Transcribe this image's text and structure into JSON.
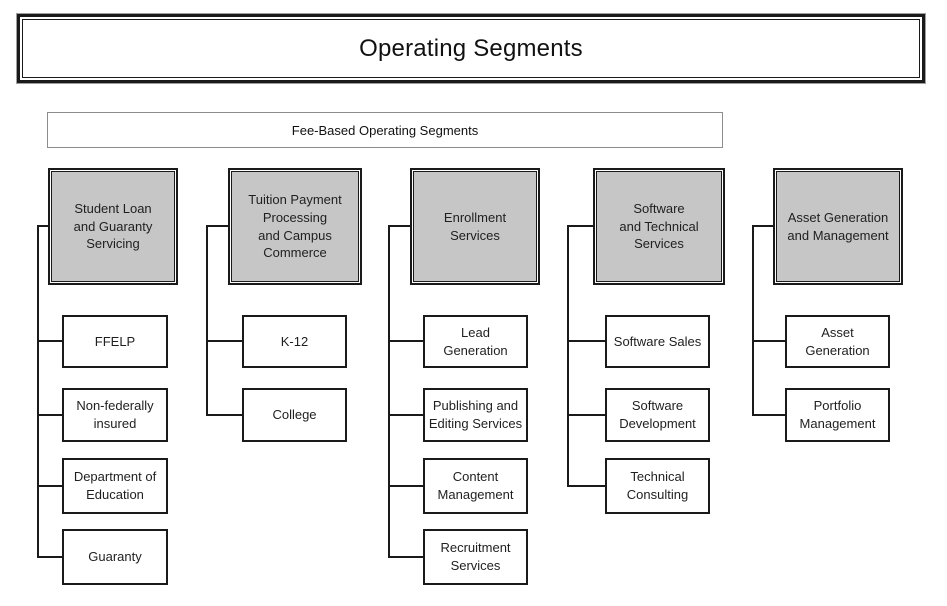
{
  "title": "Operating Segments",
  "banner": "Fee-Based Operating Segments",
  "colors": {
    "header_fill": "#c6c6c6",
    "line": "#1a1a1a"
  },
  "columns": [
    {
      "header": "Student Loan\nand Guaranty\nServicing",
      "children": [
        "FFELP",
        "Non-federally\ninsured",
        "Department of\nEducation",
        "Guaranty"
      ]
    },
    {
      "header": "Tuition Payment\nProcessing\nand Campus\nCommerce",
      "children": [
        "K-12",
        "College"
      ]
    },
    {
      "header": "Enrollment\nServices",
      "children": [
        "Lead\nGeneration",
        "Publishing and\nEditing Services",
        "Content\nManagement",
        "Recruitment\nServices"
      ]
    },
    {
      "header": "Software\nand Technical\nServices",
      "children": [
        "Software Sales",
        "Software\nDevelopment",
        "Technical\nConsulting"
      ]
    },
    {
      "header": "Asset Generation\nand Management",
      "children": [
        "Asset\nGeneration",
        "Portfolio\nManagement"
      ]
    }
  ]
}
